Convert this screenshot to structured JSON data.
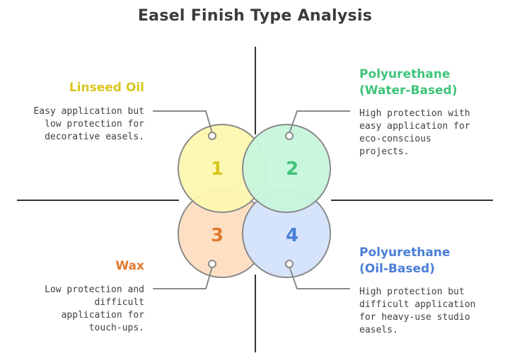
{
  "title": "Easel Finish Type Analysis",
  "quadrants": [
    {
      "number": "1",
      "heading": "Linseed Oil",
      "description": "Easy application but low protection for decorative easels.",
      "color": "#d9c51f",
      "fill": "#fdf7b0"
    },
    {
      "number": "2",
      "heading": "Polyurethane (Water-Based)",
      "description": "High protection with easy application for eco-conscious projects.",
      "color": "#3fc47a",
      "fill": "#c8f5dc"
    },
    {
      "number": "3",
      "heading": "Wax",
      "description": "Low protection and difficult application for touch-ups.",
      "color": "#e07a2f",
      "fill": "#fde0c4"
    },
    {
      "number": "4",
      "heading": "Polyurethane (Oil-Based)",
      "description": "High protection but difficult application for heavy-use studio easels.",
      "color": "#4a7fd6",
      "fill": "#d6e4fb"
    }
  ]
}
